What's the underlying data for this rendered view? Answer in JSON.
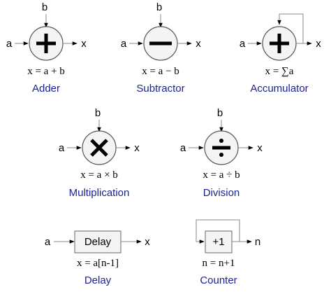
{
  "blocks": [
    {
      "id": "adder",
      "input_a": "a",
      "input_b": "b",
      "output": "x",
      "symbol": "plus",
      "equation": "x = a + b",
      "title": "Adder"
    },
    {
      "id": "subtractor",
      "input_a": "a",
      "input_b": "b",
      "output": "x",
      "symbol": "minus",
      "equation": "x = a − b",
      "title": "Subtractor"
    },
    {
      "id": "accumulator",
      "input_a": "a",
      "output": "x",
      "symbol": "plus",
      "equation": "x = ∑a",
      "title": "Accumulator"
    },
    {
      "id": "multiplication",
      "input_a": "a",
      "input_b": "b",
      "output": "x",
      "symbol": "times",
      "equation": "x = a × b",
      "title": "Multiplication"
    },
    {
      "id": "division",
      "input_a": "a",
      "input_b": "b",
      "output": "x",
      "symbol": "divide",
      "equation": "x = a ÷ b",
      "title": "Division"
    },
    {
      "id": "delay",
      "input_a": "a",
      "output": "x",
      "box_label": "Delay",
      "equation": "x = a[n-1]",
      "title": "Delay"
    },
    {
      "id": "counter",
      "output": "n",
      "box_label": "+1",
      "equation": "n = n+1",
      "title": "Counter"
    }
  ],
  "colors": {
    "title": "#1c2396",
    "block_fill": "#f4f4f4",
    "connector": "#8a8a8a"
  }
}
